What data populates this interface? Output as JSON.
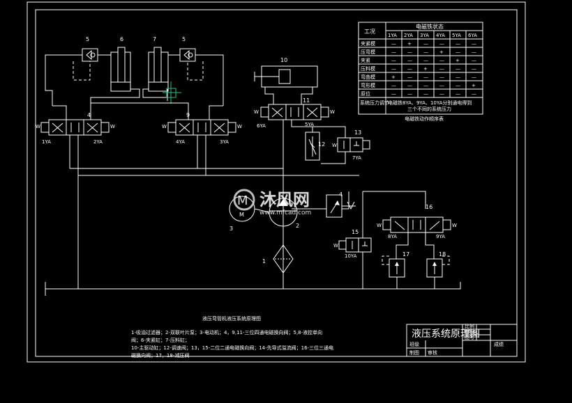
{
  "watermark": {
    "brand": "沐风网",
    "url": "www.mfcad.com"
  },
  "numbers": {
    "n1": "1",
    "n2": "2",
    "n3": "3",
    "n4a": "4",
    "n4b": "4",
    "n5a": "5",
    "n5b": "5",
    "n6": "6",
    "n7": "7",
    "n9": "9",
    "n10": "10",
    "n11": "11",
    "n12": "12",
    "n13": "13",
    "n15": "15",
    "n16": "16",
    "n17": "17",
    "n18": "18"
  },
  "valve_labels": {
    "ya1": "1YA",
    "ya2": "2YA",
    "ya3": "3YA",
    "ya4": "4YA",
    "ya5": "5YA",
    "ya6": "6YA",
    "ya7": "7YA",
    "ya8": "8YA",
    "ya9": "9YA",
    "ya10": "10YA"
  },
  "motor_label": "M",
  "table": {
    "title": "电磁铁状态",
    "work_col": "工况",
    "headers": [
      "1YA",
      "2YA",
      "3YA",
      "4YA",
      "5YA",
      "6YA"
    ],
    "rows": [
      {
        "name": "夹紧模",
        "cells": [
          "—",
          "+",
          "—",
          "—",
          "—",
          "—"
        ]
      },
      {
        "name": "压弯模",
        "cells": [
          "—",
          "—",
          "—",
          "+",
          "—",
          "—"
        ]
      },
      {
        "name": "夹紧",
        "cells": [
          "—",
          "—",
          "—",
          "—",
          "+",
          "—"
        ]
      },
      {
        "name": "压料模",
        "cells": [
          "—",
          "—",
          "+",
          "—",
          "—",
          "—"
        ]
      },
      {
        "name": "弯曲模",
        "cells": [
          "+",
          "—",
          "—",
          "—",
          "—",
          "—"
        ]
      },
      {
        "name": "弯形模",
        "cells": [
          "—",
          "—",
          "—",
          "—",
          "—",
          "+"
        ]
      },
      {
        "name": "原位",
        "cells": [
          "—",
          "—",
          "—",
          "—",
          "—",
          "—"
        ]
      }
    ],
    "note_label": "系统压力调节",
    "note_line1": "电磁铁8YA、9YA、10YA分别通电得到",
    "note_line2": "三个不同的系统压力",
    "caption": "电磁铁动作顺序表"
  },
  "diagram_title": "液压弯管机液压系统原理图",
  "legend": {
    "line1": "1-吸油过滤器；2-双联叶片泵；3-电动机；4，9,11-三位四通电磁换向阀；5,8-液控单向",
    "line2": "阀；6-夹紧缸；7-压料缸；",
    "line3": "10-主驱动缸；12-调速阀；13，15-二位二通电磁换向阀；14-先导式溢流阀；16-三位三通电",
    "line4": "磁换向阀；17，18-减压阀"
  },
  "title_block": {
    "name": "液压系统原理图",
    "c1": "比例",
    "c2": "材料",
    "c3": "图号",
    "c4": "班级",
    "c5": "成绩",
    "c6": "制图",
    "c7": "审核"
  }
}
